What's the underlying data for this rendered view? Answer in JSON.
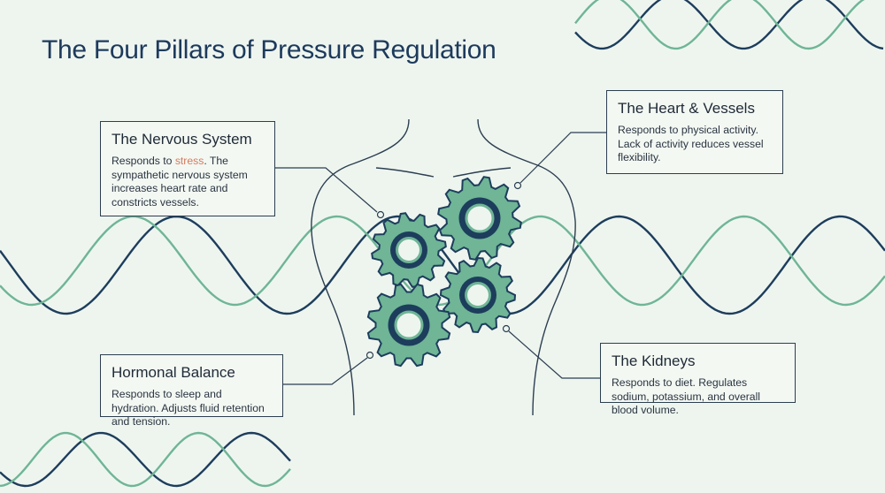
{
  "title": "The Four Pillars of Pressure Regulation",
  "colors": {
    "navy": "#1d3d5c",
    "green": "#6fb596",
    "accent": "#d97a5a",
    "background": "#eef5ef"
  },
  "pillars": {
    "nervous": {
      "title": "The Nervous System",
      "desc_pre": "Responds to ",
      "desc_highlight": "stress",
      "desc_post": ". The sympathetic nervous system increases heart rate and constricts vessels."
    },
    "heart": {
      "title": "The Heart & Vessels",
      "desc": "Responds to physical activity. Lack of activity reduces vessel flexibility."
    },
    "hormonal": {
      "title": "Hormonal Balance",
      "desc": "Responds to sleep and hydration. Adjusts fluid retention and tension."
    },
    "kidneys": {
      "title": "The Kidneys",
      "desc": "Responds to diet. Regulates sodium, potassium, and overall blood volume."
    }
  }
}
